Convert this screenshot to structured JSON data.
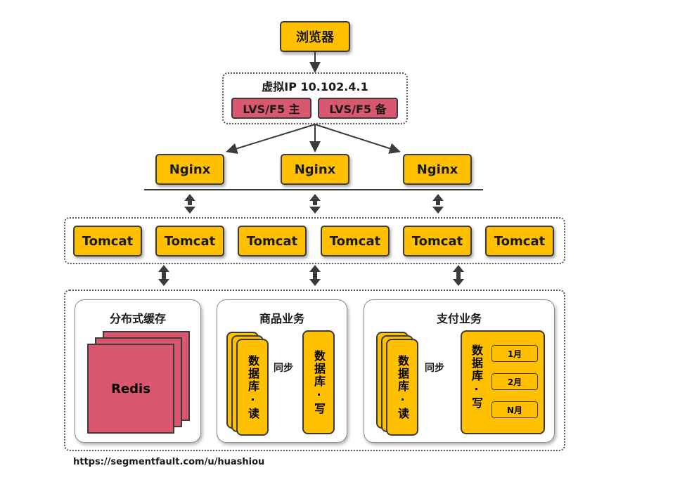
{
  "browser": "浏览器",
  "vip": {
    "title": "虚拟IP 10.102.4.1",
    "lvs_main": "LVS/F5 主",
    "lvs_backup": "LVS/F5 备"
  },
  "nginx": [
    "Nginx",
    "Nginx",
    "Nginx"
  ],
  "tomcat": [
    "Tomcat",
    "Tomcat",
    "Tomcat",
    "Tomcat",
    "Tomcat",
    "Tomcat"
  ],
  "cache": {
    "title": "分布式缓存",
    "redis": "Redis"
  },
  "product": {
    "title": "商品业务",
    "read": "数据库·读",
    "sync": "同步",
    "write": "数据库·写"
  },
  "payment": {
    "title": "支付业务",
    "read": "数据库·读",
    "sync": "同步",
    "write": "数据库·写",
    "months": [
      "1月",
      "2月",
      "N月"
    ]
  },
  "footer": "https://segmentfault.com/u/huashiou",
  "colors": {
    "accent": "#ffc000",
    "lvs": "#d9586f",
    "border": "#3b3b3b"
  }
}
